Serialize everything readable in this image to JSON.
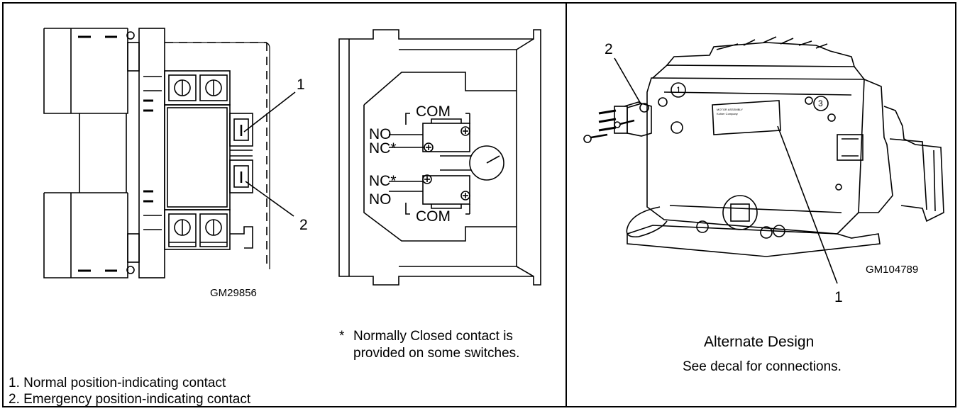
{
  "left": {
    "callouts": [
      "1",
      "2"
    ],
    "figure_code": "GM29856",
    "switch_labels": {
      "com_top": "COM",
      "no_top": "NO",
      "nc_top": "NC*",
      "nc_bottom": "NC*",
      "no_bottom": "NO",
      "com_bottom": "COM"
    },
    "footnote_mark": "*",
    "footnote_line1": "Normally Closed contact is",
    "footnote_line2": "provided on some switches.",
    "legend": [
      "1. Normal position-indicating contact",
      "2. Emergency position-indicating contact"
    ]
  },
  "right": {
    "callouts": [
      "2",
      "1"
    ],
    "figure_code": "GM104789",
    "title": "Alternate Design",
    "subtitle": "See decal for connections."
  }
}
